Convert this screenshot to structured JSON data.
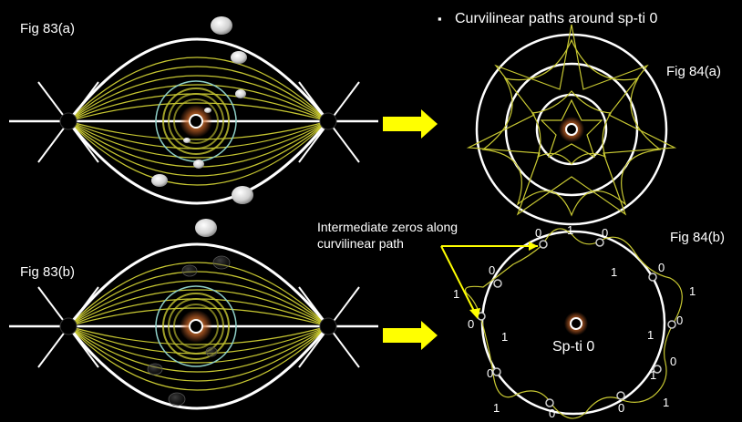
{
  "labels": {
    "fig83a": "Fig 83(a)",
    "fig83b": "Fig 83(b)",
    "fig84a": "Fig 84(a)",
    "fig84b": "Fig 84(b)",
    "title_bullet": "▪",
    "title": "Curvilinear paths around sp-ti 0",
    "annotation_line1": "Intermediate zeros along",
    "annotation_line2": "curvilinear path",
    "center": "Sp-ti 0"
  },
  "circle_numbers": [
    "0",
    "1",
    "0",
    "1",
    "0",
    "1",
    "0",
    "1",
    "0",
    "1",
    "0",
    "1",
    "0",
    "1",
    "0",
    "1",
    "0",
    "1",
    "0"
  ],
  "colors": {
    "background": "#000000",
    "white": "#ffffff",
    "yellow_curve": "#c8c832",
    "arrow": "#ffff00",
    "center_ring": "#c86428",
    "cyan_ring": "#8fd0c8"
  }
}
